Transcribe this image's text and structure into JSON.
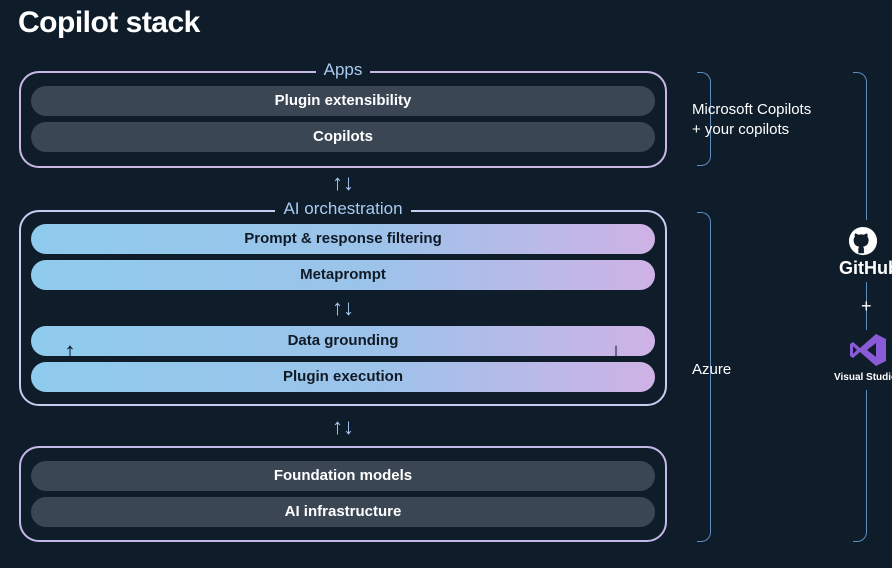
{
  "title": "Copilot stack",
  "apps": {
    "label": "Apps",
    "layers": [
      "Plugin extensibility",
      "Copilots"
    ]
  },
  "orchestration": {
    "label": "AI orchestration",
    "layers": [
      "Prompt & response filtering",
      "Metaprompt",
      "Data grounding",
      "Plugin execution"
    ]
  },
  "foundation": {
    "layers": [
      "Foundation models",
      "AI infrastructure"
    ]
  },
  "arrow_glyphs": "↑↓",
  "side_labels": {
    "copilots_line1": "Microsoft Copilots",
    "copilots_line2": "+ your copilots",
    "azure": "Azure"
  },
  "tools": {
    "github": "GitHub",
    "plus": "+",
    "visual_studio": "Visual Studio"
  },
  "colors": {
    "background": "#0f1d2b",
    "dark_layer": "#3a4653",
    "light_layer_start": "#8ecbec",
    "light_layer_end": "#cfb2e6",
    "label": "#a9cbf0",
    "visual_studio_purple": "#8a5bd6"
  }
}
